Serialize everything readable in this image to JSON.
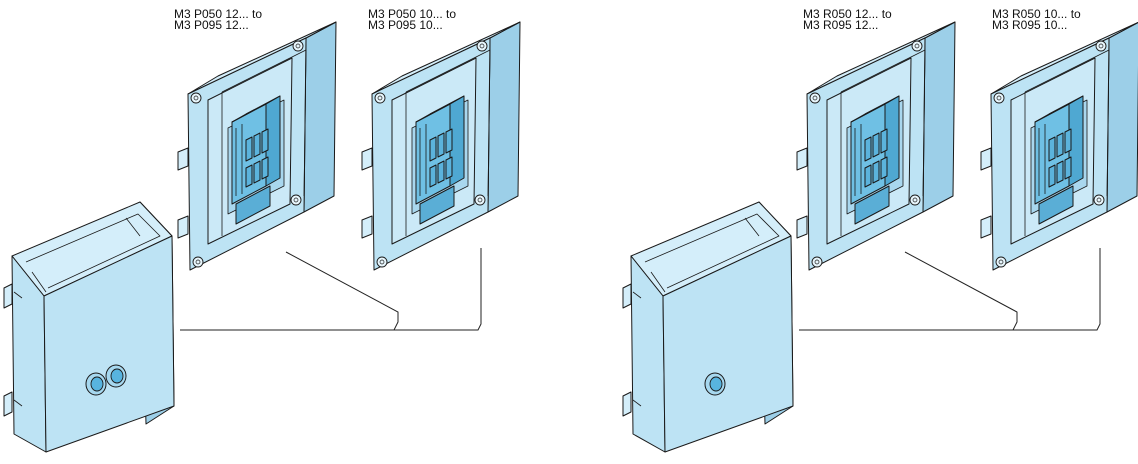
{
  "colors": {
    "enclosure_fill": "#bde3f4",
    "enclosure_light": "#d4eefa",
    "enclosure_dark": "#9ccfe8",
    "contactor_fill": "#6fc0e4",
    "contactor_dark": "#4fa8d2",
    "outline": "#1a1a1a",
    "leader_line": "#222222"
  },
  "groups": [
    {
      "id": "p-series",
      "enclosure_labels": [
        {
          "line1": "M3 P050 12... to",
          "line2": "M3 P095 12..."
        },
        {
          "line1": "M3 P050 10... to",
          "line2": "M3 P095 10..."
        }
      ],
      "cover_buttons": 2
    },
    {
      "id": "r-series",
      "enclosure_labels": [
        {
          "line1": "M3 R050 12... to",
          "line2": "M3 R095 12..."
        },
        {
          "line1": "M3 R050 10... to",
          "line2": "M3 R095 10..."
        }
      ],
      "cover_buttons": 1
    }
  ]
}
